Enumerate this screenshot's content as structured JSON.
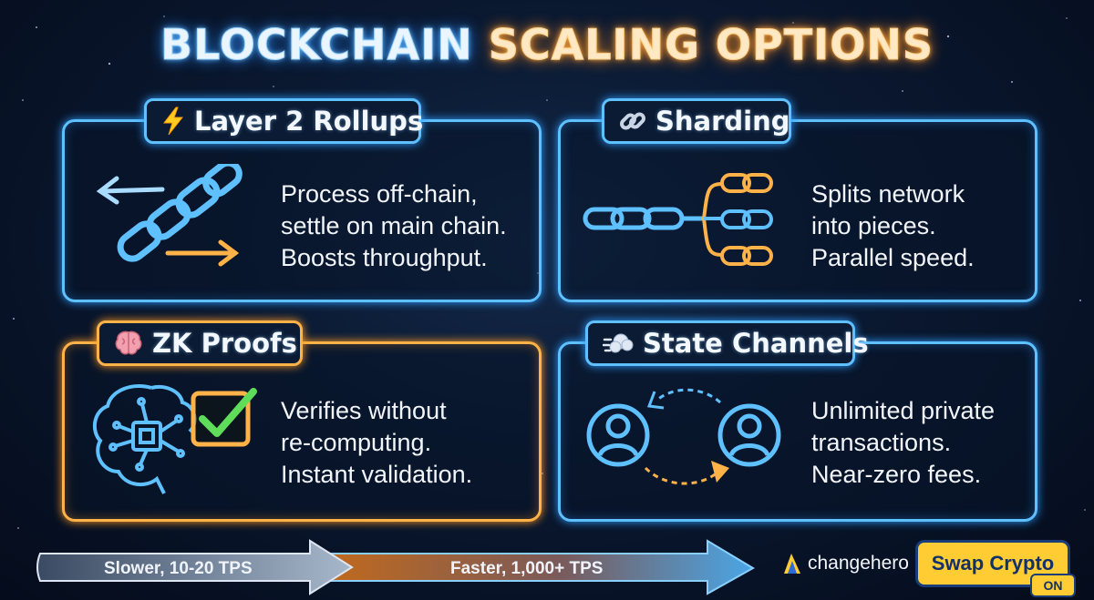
{
  "title": {
    "part1": "BLOCKCHAIN",
    "part2": "SCALING OPTIONS"
  },
  "cards": [
    {
      "title": "Layer 2 Rollups",
      "icon": "lightning-icon",
      "accent": "#5fc0ff",
      "lines": [
        "Process off-chain,",
        "settle on main chain.",
        "Boosts throughput."
      ]
    },
    {
      "title": "Sharding",
      "icon": "link-icon",
      "accent": "#5fc0ff",
      "lines": [
        "Splits network",
        "into pieces.",
        "Parallel speed."
      ]
    },
    {
      "title": "ZK Proofs",
      "icon": "brain-icon",
      "accent": "#ffb247",
      "lines": [
        "Verifies without",
        "re-computing.",
        "Instant validation."
      ]
    },
    {
      "title": "State Channels",
      "icon": "dash-cloud-icon",
      "accent": "#5fc0ff",
      "lines": [
        "Unlimited private",
        "transactions.",
        "Near-zero fees."
      ]
    }
  ],
  "speed_bar": {
    "slow_label": "Slower, 10-20 TPS",
    "fast_label": "Faster, 1,000+ TPS"
  },
  "brand": {
    "name": "changehero",
    "button": "Swap Crypto",
    "badge": "ON"
  },
  "colors": {
    "blue": "#5fc0ff",
    "orange": "#ffb247",
    "background": "#0a1830",
    "button": "#ffcc33"
  }
}
